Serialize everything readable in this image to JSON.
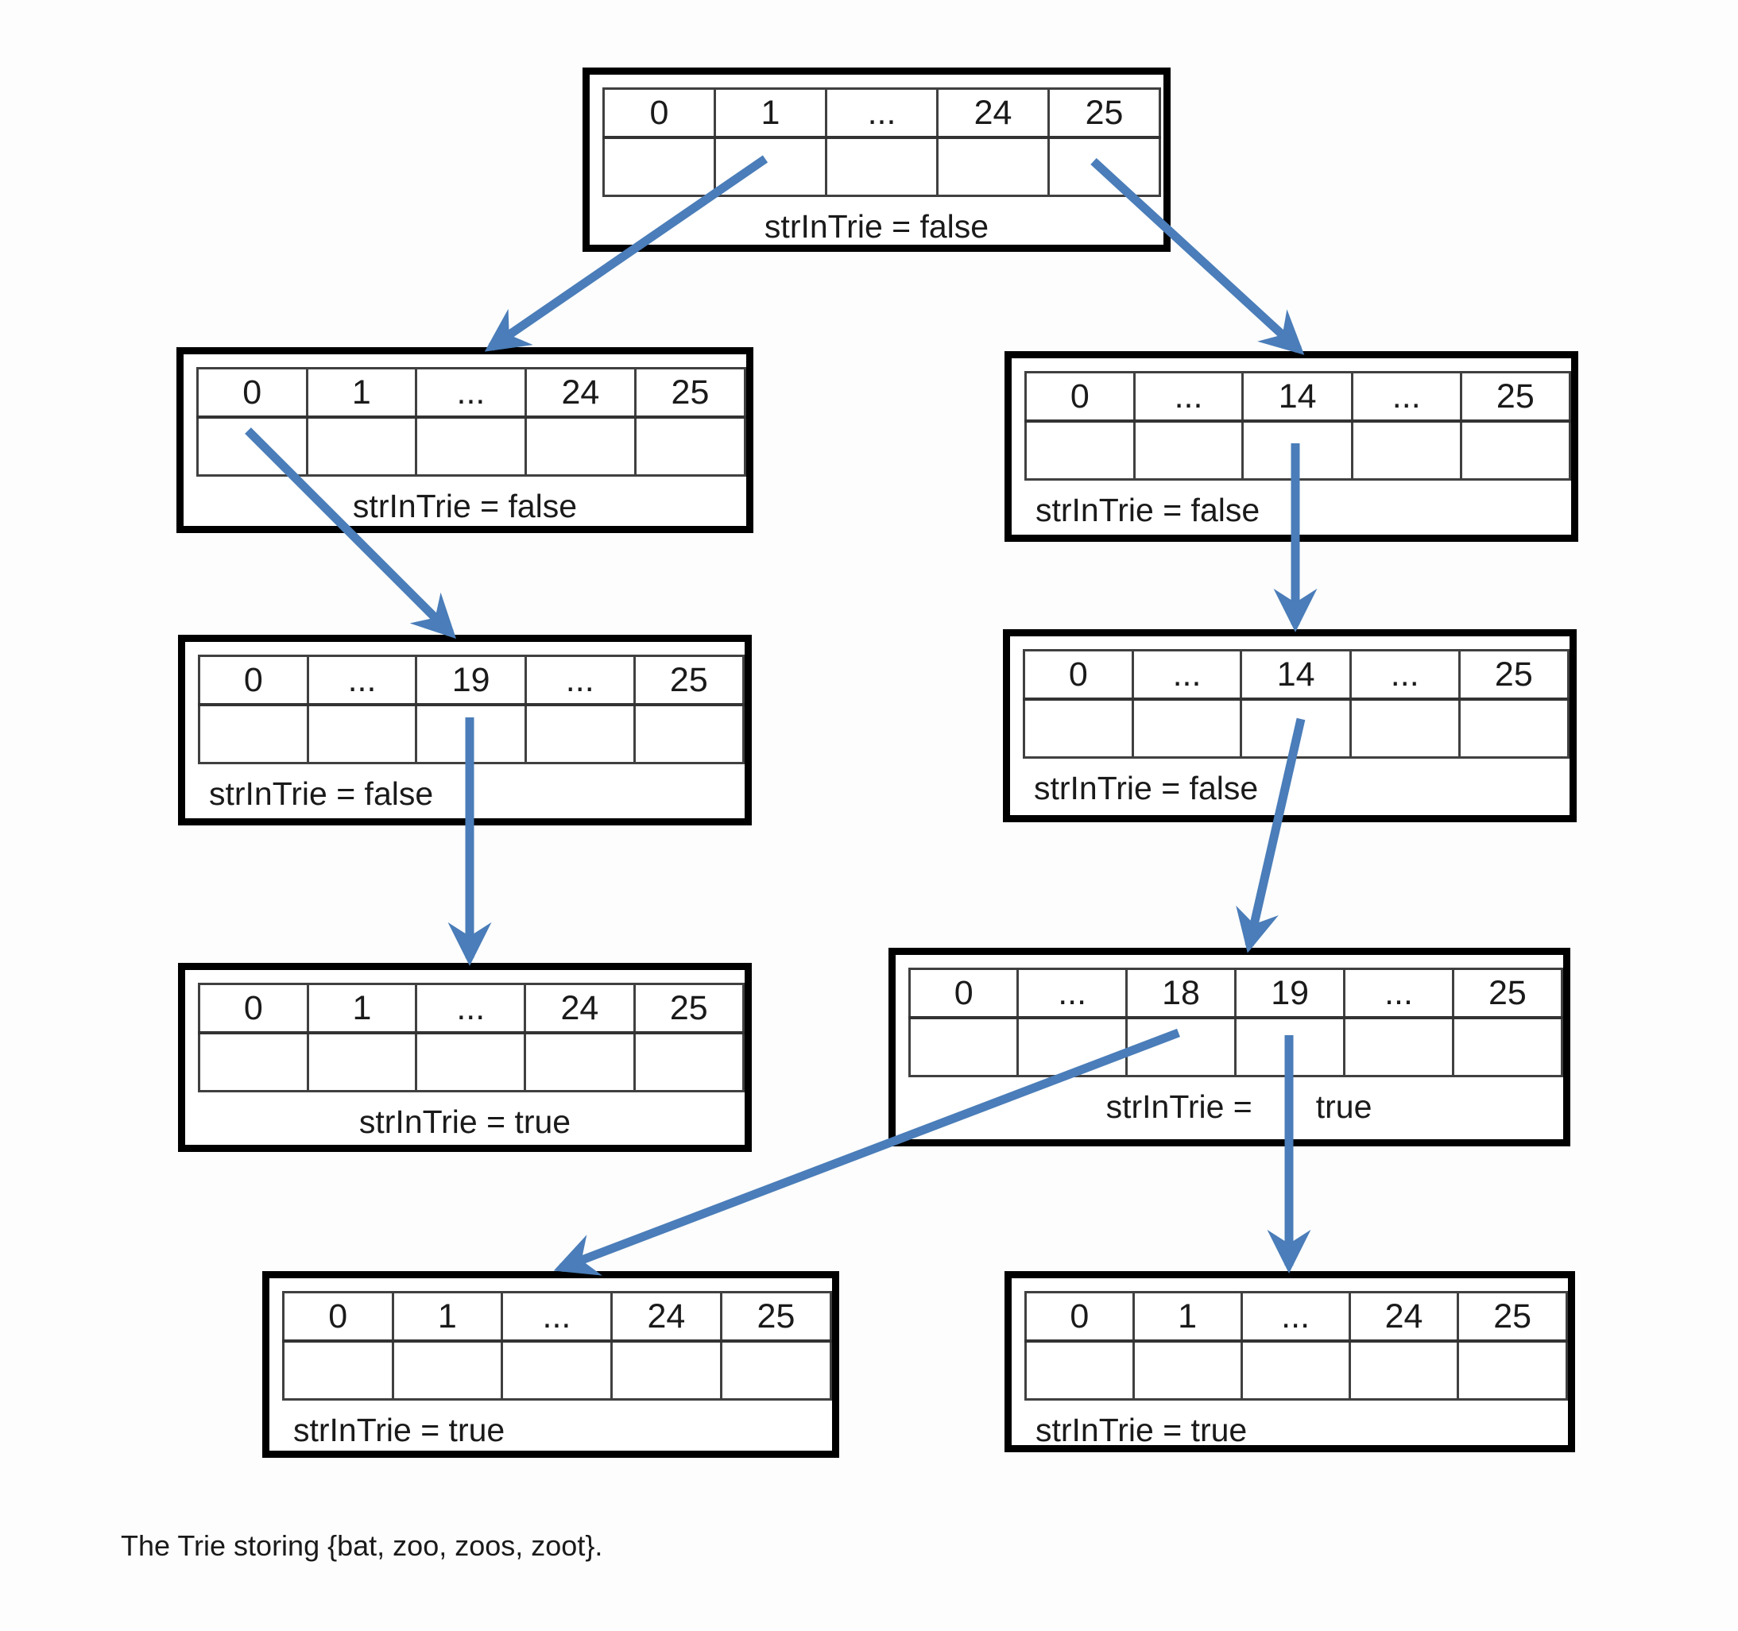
{
  "caption": "The Trie storing {bat, zoo, zoos, zoot}.",
  "colors": {
    "arrow": "#4a7db9",
    "node_border": "#000000",
    "cell_border": "#404040"
  },
  "nodes": {
    "root": {
      "cells": [
        "0",
        "1",
        "...",
        "24",
        "25"
      ],
      "status": "strInTrie = false"
    },
    "b": {
      "cells": [
        "0",
        "1",
        "...",
        "24",
        "25"
      ],
      "status": "strInTrie = false"
    },
    "z": {
      "cells": [
        "0",
        "...",
        "14",
        "...",
        "25"
      ],
      "status": "strInTrie = false"
    },
    "ba": {
      "cells": [
        "0",
        "...",
        "19",
        "...",
        "25"
      ],
      "status": "strInTrie = false"
    },
    "zo": {
      "cells": [
        "0",
        "...",
        "14",
        "...",
        "25"
      ],
      "status": "strInTrie = false"
    },
    "bat": {
      "cells": [
        "0",
        "1",
        "...",
        "24",
        "25"
      ],
      "status": "strInTrie = true"
    },
    "zoo": {
      "cells": [
        "0",
        "...",
        "18",
        "19",
        "...",
        "25"
      ],
      "status_prefix": "strInTrie =",
      "status_value": "true"
    },
    "zoos": {
      "cells": [
        "0",
        "1",
        "...",
        "24",
        "25"
      ],
      "status": "strInTrie = true"
    },
    "zoot": {
      "cells": [
        "0",
        "1",
        "...",
        "24",
        "25"
      ],
      "status": "strInTrie = true"
    }
  },
  "edges": [
    {
      "from": "root",
      "from_cell": "1",
      "to": "b"
    },
    {
      "from": "root",
      "from_cell": "25",
      "to": "z"
    },
    {
      "from": "b",
      "from_cell": "0",
      "to": "ba"
    },
    {
      "from": "z",
      "from_cell": "14",
      "to": "zo"
    },
    {
      "from": "ba",
      "from_cell": "19",
      "to": "bat"
    },
    {
      "from": "zo",
      "from_cell": "14",
      "to": "zoo"
    },
    {
      "from": "zoo",
      "from_cell": "18",
      "to": "zoos"
    },
    {
      "from": "zoo",
      "from_cell": "19",
      "to": "zoot"
    }
  ]
}
